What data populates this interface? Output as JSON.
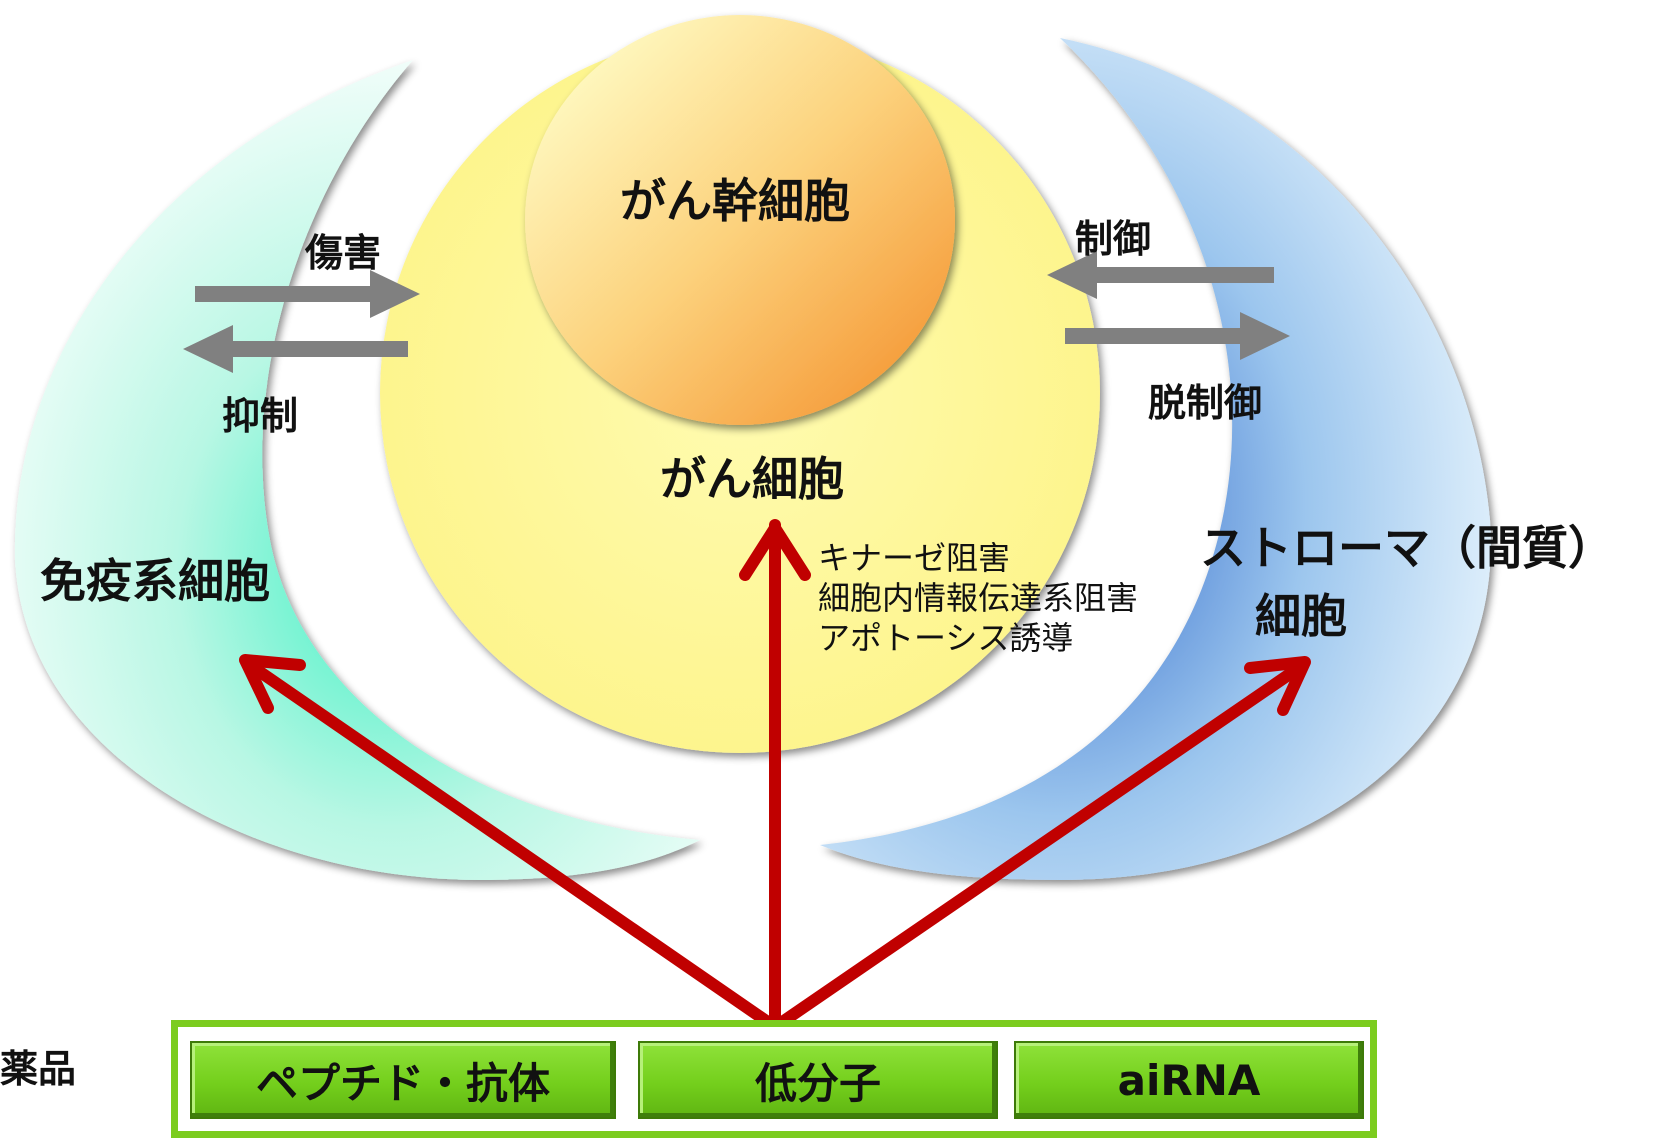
{
  "labels": {
    "stem_cell": "がん幹細胞",
    "cancer_cell": "がん細胞",
    "immune_cell": "免疫系細胞",
    "stroma_line1": "ストローマ（間質）",
    "stroma_line2": "細胞",
    "damage": "傷害",
    "suppress": "抑制",
    "control": "制御",
    "decontrol": "脱制御",
    "drugs_left": "薬品"
  },
  "mechanisms": [
    "キナーゼ阻害",
    "細胞内情報伝達系阻害",
    "アポトーシス誘導"
  ],
  "drug_types": [
    "ペプチド・抗体",
    "低分子",
    "aiRNA"
  ],
  "colors": {
    "cancer_cell": "#fdf79a",
    "stem_cell": "#f7a94a",
    "immune": "#4fe8c0",
    "stroma": "#2f6fd0",
    "gray_arrow": "#808080",
    "red_arrow": "#c00000",
    "drug_box_border": "#7ccc1f",
    "drug_button": "#7ad424"
  }
}
